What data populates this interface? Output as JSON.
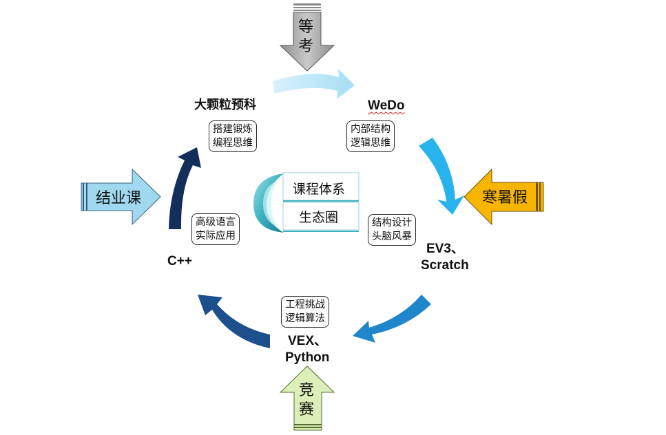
{
  "center": {
    "line1": "课程体系",
    "line2": "生态圈"
  },
  "stages": {
    "top_left": "大颗粒预科",
    "top_right": "WeDo",
    "right_1": "EV3、",
    "right_2": "Scratch",
    "bottom_1": "VEX、",
    "bottom_2": "Python",
    "left": "C++"
  },
  "skills": {
    "top_left": [
      "搭建锻炼",
      "编程思维"
    ],
    "top_right": [
      "内部结构",
      "逻辑思维"
    ],
    "right": [
      "结构设计",
      "头脑风暴"
    ],
    "bottom": [
      "工程挑战",
      "逻辑算法"
    ],
    "left": [
      "高级语言",
      "实际应用"
    ]
  },
  "entry_arrows": {
    "top": {
      "chars": [
        "等",
        "考"
      ],
      "color": "#b8b8b8"
    },
    "right": {
      "text": "寒暑假",
      "color": "#f7b500"
    },
    "bottom": {
      "chars": [
        "竞",
        "赛"
      ],
      "color": "#dcefb8"
    },
    "left": {
      "text": "结业课",
      "color": "#9fd8ef"
    }
  },
  "colors": {
    "cycle_top": "#b5e4f5",
    "cycle_right": "#27b4ec",
    "cycle_bottom": "#1f86cc",
    "cycle_left": "#1c4f8c",
    "cycle_left_top": "#132e5b"
  }
}
